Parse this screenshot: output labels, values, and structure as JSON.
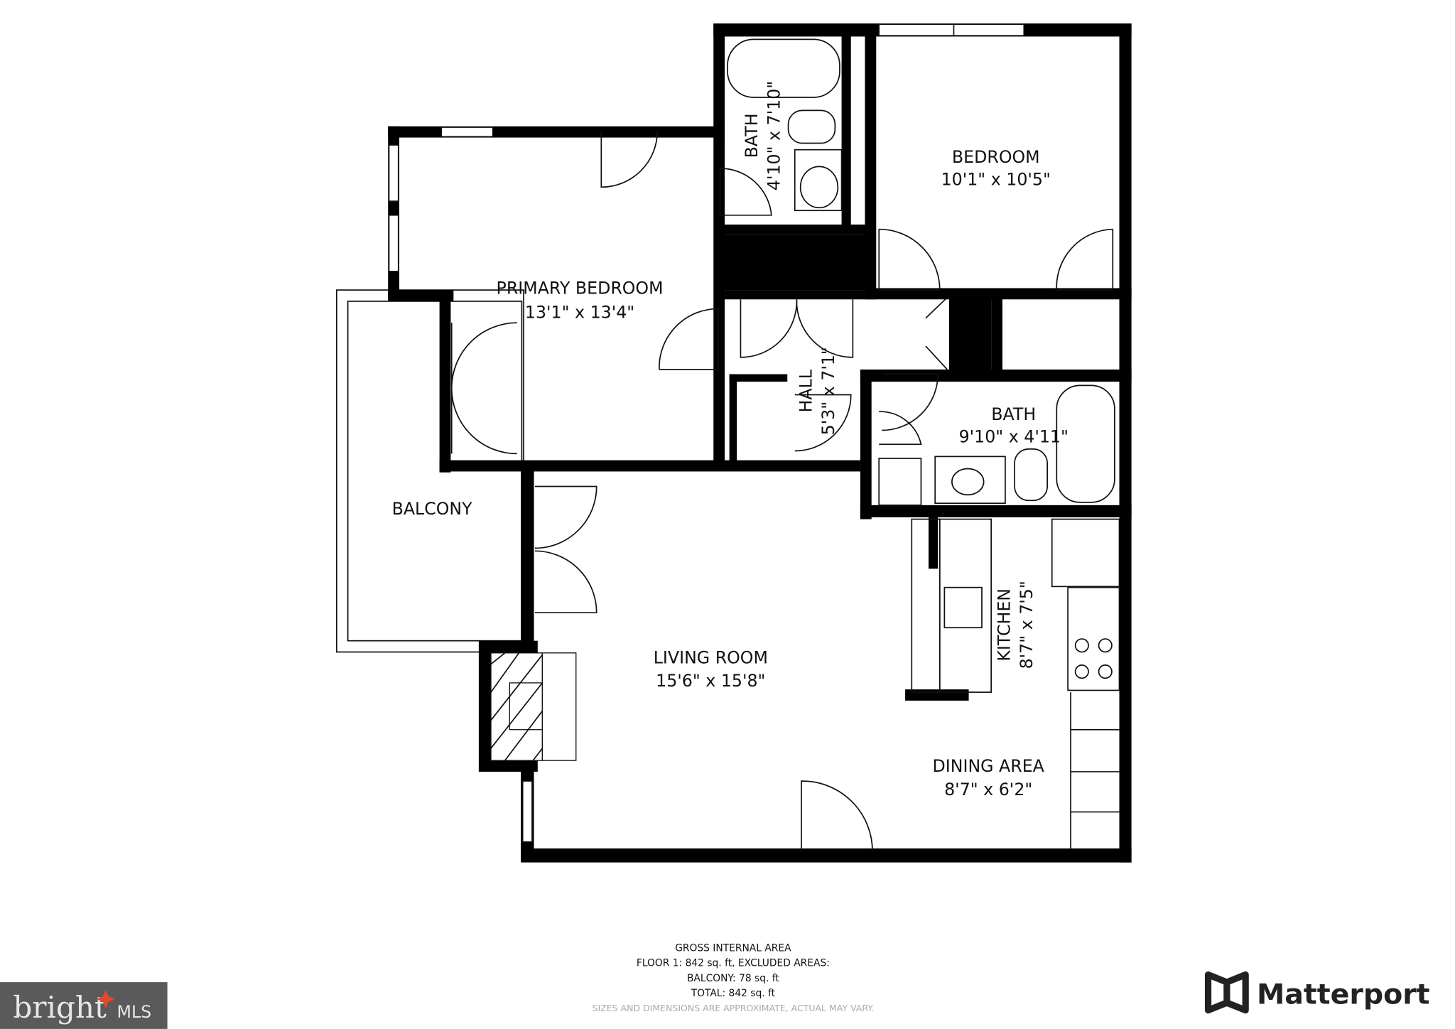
{
  "rooms": {
    "primary_bedroom": {
      "name": "PRIMARY BEDROOM",
      "size": "13'1\" x 13'4\""
    },
    "bath1": {
      "name": "BATH",
      "size": "4'10\" x 7'10\""
    },
    "bedroom": {
      "name": "BEDROOM",
      "size": "10'1\" x 10'5\""
    },
    "hall": {
      "name": "HALL",
      "size": "5'3\" x 7'1\""
    },
    "bath2": {
      "name": "BATH",
      "size": "9'10\" x 4'11\""
    },
    "balcony": {
      "name": "BALCONY"
    },
    "kitchen": {
      "name": "KITCHEN",
      "size": "8'7\" x 7'5\""
    },
    "living_room": {
      "name": "LIVING ROOM",
      "size": "15'6\" x 15'8\""
    },
    "dining_area": {
      "name": "DINING AREA",
      "size": "8'7\" x 6'2\""
    }
  },
  "footer": {
    "line1": "GROSS INTERNAL AREA",
    "line2": "FLOOR 1: 842 sq. ft, EXCLUDED AREAS:",
    "line3": "BALCONY: 78 sq. ft",
    "line4": "TOTAL: 842 sq. ft",
    "disclaimer": "SIZES AND DIMENSIONS ARE APPROXIMATE, ACTUAL MAY VARY."
  },
  "logos": {
    "bright": {
      "text": "bright",
      "suffix": "MLS",
      "bg": "#5a5a5a",
      "accent": "#e04a2a"
    },
    "matterport": {
      "text": "Matterport"
    }
  }
}
